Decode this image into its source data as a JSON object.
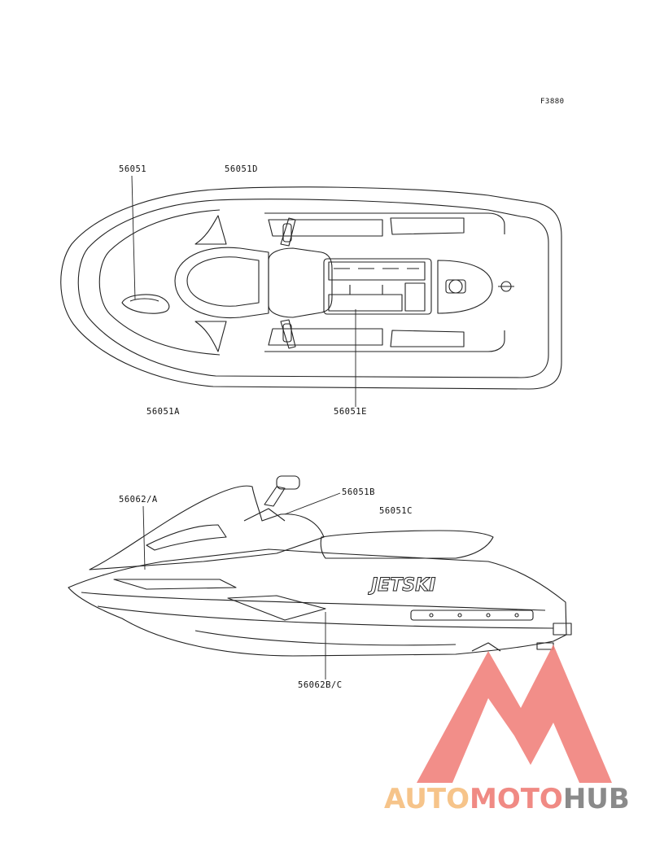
{
  "figure_code": "F3880",
  "top_view": {
    "labels": [
      "56051",
      "56051D",
      "56051A",
      "56051E"
    ]
  },
  "side_view": {
    "labels": [
      "56062/A",
      "56051B",
      "56051C",
      "56062B/C"
    ],
    "decal_text": "JETSKI"
  },
  "watermark": {
    "word_1": "AUTO",
    "word_2": "MOTO",
    "word_3": "HUB",
    "color_1": "#f6c48a",
    "color_2": "#f08a84",
    "color_3": "#8a8a8a",
    "logo_color": "#f07a74"
  }
}
